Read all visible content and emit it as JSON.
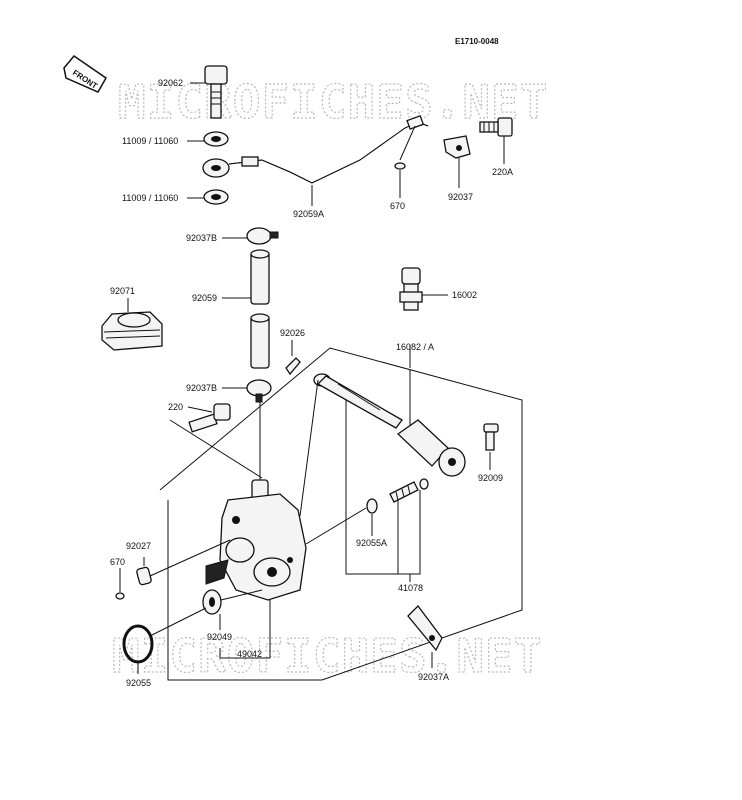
{
  "diagram_code": "E1710-0048",
  "front_label": "FRONT",
  "watermark_text": "MICROFICHES.NET",
  "colors": {
    "line": "#111111",
    "watermark": "#b9b9b9",
    "background": "#ffffff"
  },
  "parts": {
    "p92062": "92062",
    "p11009_top": "11009 / 11060",
    "p11009_bottom": "11009 / 11060",
    "p92059a": "92059A",
    "p670_top": "670",
    "p92037": "92037",
    "p220a": "220A",
    "p92037b_top": "92037B",
    "p92059": "92059",
    "p92071": "92071",
    "p16002": "16002",
    "p92026": "92026",
    "p16082": "16082 / A",
    "p92037b_bottom": "92037B",
    "p220": "220",
    "p92009": "92009",
    "p92027": "92027",
    "p92055a": "92055A",
    "p670_bottom": "670",
    "p41078": "41078",
    "p92049": "92049",
    "p49042": "49042",
    "p92055": "92055",
    "p92037a": "92037A"
  }
}
